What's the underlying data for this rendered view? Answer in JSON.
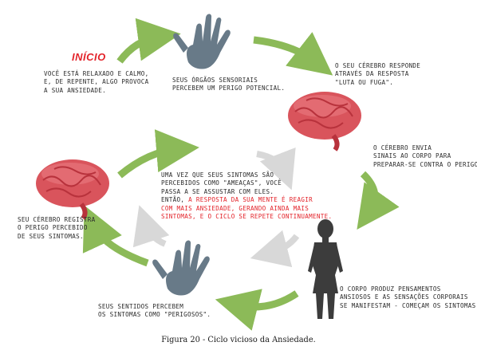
{
  "start": {
    "title": "INÍCIO",
    "lines": [
      "Você está relaxado e calmo,",
      "e, de repente, algo provoca",
      "a sua Ansiedade."
    ]
  },
  "senses_top": {
    "lines": [
      "Seus órgãos sensoriais",
      "percebem um perigo potencial."
    ]
  },
  "brain_response": {
    "lines": [
      "O seu cérebro responde",
      "através da resposta",
      "\"luta ou fuga\"."
    ]
  },
  "brain_sends": {
    "lines": [
      "O cérebro envia",
      "sinais ao corpo para",
      "preparar-se contra o perigo."
    ]
  },
  "body": {
    "lines": [
      "O corpo produz pensamentos",
      "ansiosos e as sensações corporais",
      "se manifestam - começam os sintomas."
    ]
  },
  "senses_bottom": {
    "lines": [
      "Seus sentidos percebem",
      "os sintomas como \"perigosos\"."
    ]
  },
  "brain_registers": {
    "lines": [
      "Seu cérebro registra",
      "o perigo percebido",
      "de seus sintomas."
    ]
  },
  "center": {
    "lines": [
      "Uma vez que seus sintomas são",
      "percebidos como \"ameaças\", você",
      "passa a se assustar com eles."
    ],
    "line4_pre": "Então, ",
    "line4_red": "a resposta da sua mente é reagir",
    "red_lines": [
      "com mais ansiedade, gerando ainda mais",
      "sintomas, e o ciclo se repete continuamente."
    ]
  },
  "caption": "Figura 20 - Ciclo vicioso da Ansiedade.",
  "colors": {
    "arrow": "#8cba58",
    "arrow_gray": "#d8d8d8",
    "hand": "#687a88",
    "brain": "#d9545c",
    "brain_dark": "#b8323c",
    "figure": "#3c3c3c",
    "accent": "#e3232a"
  }
}
